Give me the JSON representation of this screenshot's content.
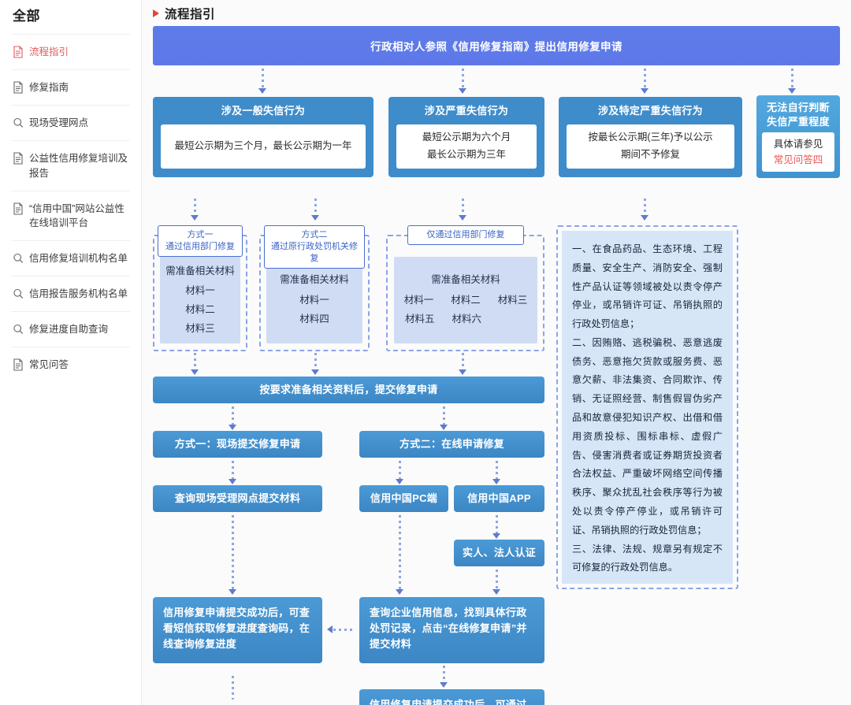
{
  "sidebar": {
    "title": "全部",
    "items": [
      {
        "label": "流程指引",
        "icon": "document-icon",
        "active": true
      },
      {
        "label": "修复指南",
        "icon": "document-icon",
        "active": false
      },
      {
        "label": "现场受理网点",
        "icon": "search-icon",
        "active": false
      },
      {
        "label": "公益性信用修复培训及报告",
        "icon": "document-icon",
        "active": false
      },
      {
        "label": "“信用中国”网站公益性在线培训平台",
        "icon": "document-icon",
        "active": false
      },
      {
        "label": "信用修复培训机构名单",
        "icon": "search-icon",
        "active": false
      },
      {
        "label": "信用报告服务机构名单",
        "icon": "search-icon",
        "active": false
      },
      {
        "label": "修复进度自助查询",
        "icon": "search-icon",
        "active": false
      },
      {
        "label": "常见问答",
        "icon": "document-icon",
        "active": false
      }
    ]
  },
  "main": {
    "section_title": "流程指引",
    "banner": "行政相对人参照《信用修复指南》提出信用修复申请",
    "categories": [
      {
        "title": "涉及一般失信行为",
        "lines": [
          "最短公示期为三个月，最长公示期为一年"
        ]
      },
      {
        "title": "涉及严重失信行为",
        "lines": [
          "最短公示期为六个月",
          "最长公示期为三年"
        ]
      },
      {
        "title": "涉及特定严重失信行为",
        "lines": [
          "按最长公示期(三年)予以公示",
          "期间不予修复"
        ]
      }
    ],
    "undecided": {
      "title_line1": "无法自行判断",
      "title_line2": "失信严重程度",
      "body_line1": "具体请参见",
      "body_line2": "常见问答四"
    },
    "methods": [
      {
        "tag_line1": "方式一",
        "tag_line2": "通过信用部门修复",
        "materials_head": "需准备相关材料",
        "materials_rows": [
          [
            "材料一"
          ],
          [
            "材料二"
          ],
          [
            "材料三"
          ]
        ]
      },
      {
        "tag_line1": "方式二",
        "tag_line2": "通过原行政处罚机关修复",
        "materials_head": "需准备相关材料",
        "materials_rows": [
          [
            "材料一"
          ],
          [
            "材料四"
          ]
        ]
      },
      {
        "tag_line1": "仅通过信用部门修复",
        "tag_line2": "",
        "materials_head": "需准备相关材料",
        "materials_rows": [
          [
            "材料一",
            "材料二",
            "材料三"
          ],
          [
            "材料五",
            "材料六"
          ]
        ]
      }
    ],
    "notice": [
      "一、在食品药品、生态环境、工程质量、安全生产、消防安全、强制性产品认证等领域被处以责令停产停业，或吊销许可证、吊销执照的行政处罚信息；",
      "二、因贿赂、逃税骗税、恶意逃废债务、恶意拖欠货款或服务费、恶意欠薪、非法集资、合同欺诈、传销、无证照经营、制售假冒伪劣产品和故意侵犯知识产权、出借和借用资质投标、围标串标、虚假广告、侵害消费者或证券期货投资者合法权益、严重破坏网络空间传播秩序、聚众扰乱社会秩序等行为被处以责令停产停业，或吊销许可证、吊销执照的行政处罚信息；",
      "三、法律、法规、规章另有规定不可修复的行政处罚信息。"
    ],
    "submit_bar": "按要求准备相关资料后，提交修复申请",
    "method_one_step": "方式一：现场提交修复申请",
    "method_two_step": "方式二：在线申请修复",
    "offline_query": "查询现场受理网点提交材料",
    "channel_pc": "信用中国PC端",
    "channel_app": "信用中国APP",
    "auth": "实人、法人认证",
    "result_left": "信用修复申请提交成功后，可查看短信获取修复进度查询码，在线查询修复进度",
    "online_step": "查询企业信用信息，找到具体行政处罚记录，点击“在线修复申请”并提交材料",
    "online_result": "信用修复申请提交成功后，可通过网"
  },
  "colors": {
    "accent_red": "#e05c5c",
    "banner_blue": "#5d7ce8",
    "box_blue": "#3f8ccb",
    "dash_blue": "#8aa4e8",
    "materials_bg": "#cfdcf4",
    "notice_bg": "#d7e6f7"
  }
}
